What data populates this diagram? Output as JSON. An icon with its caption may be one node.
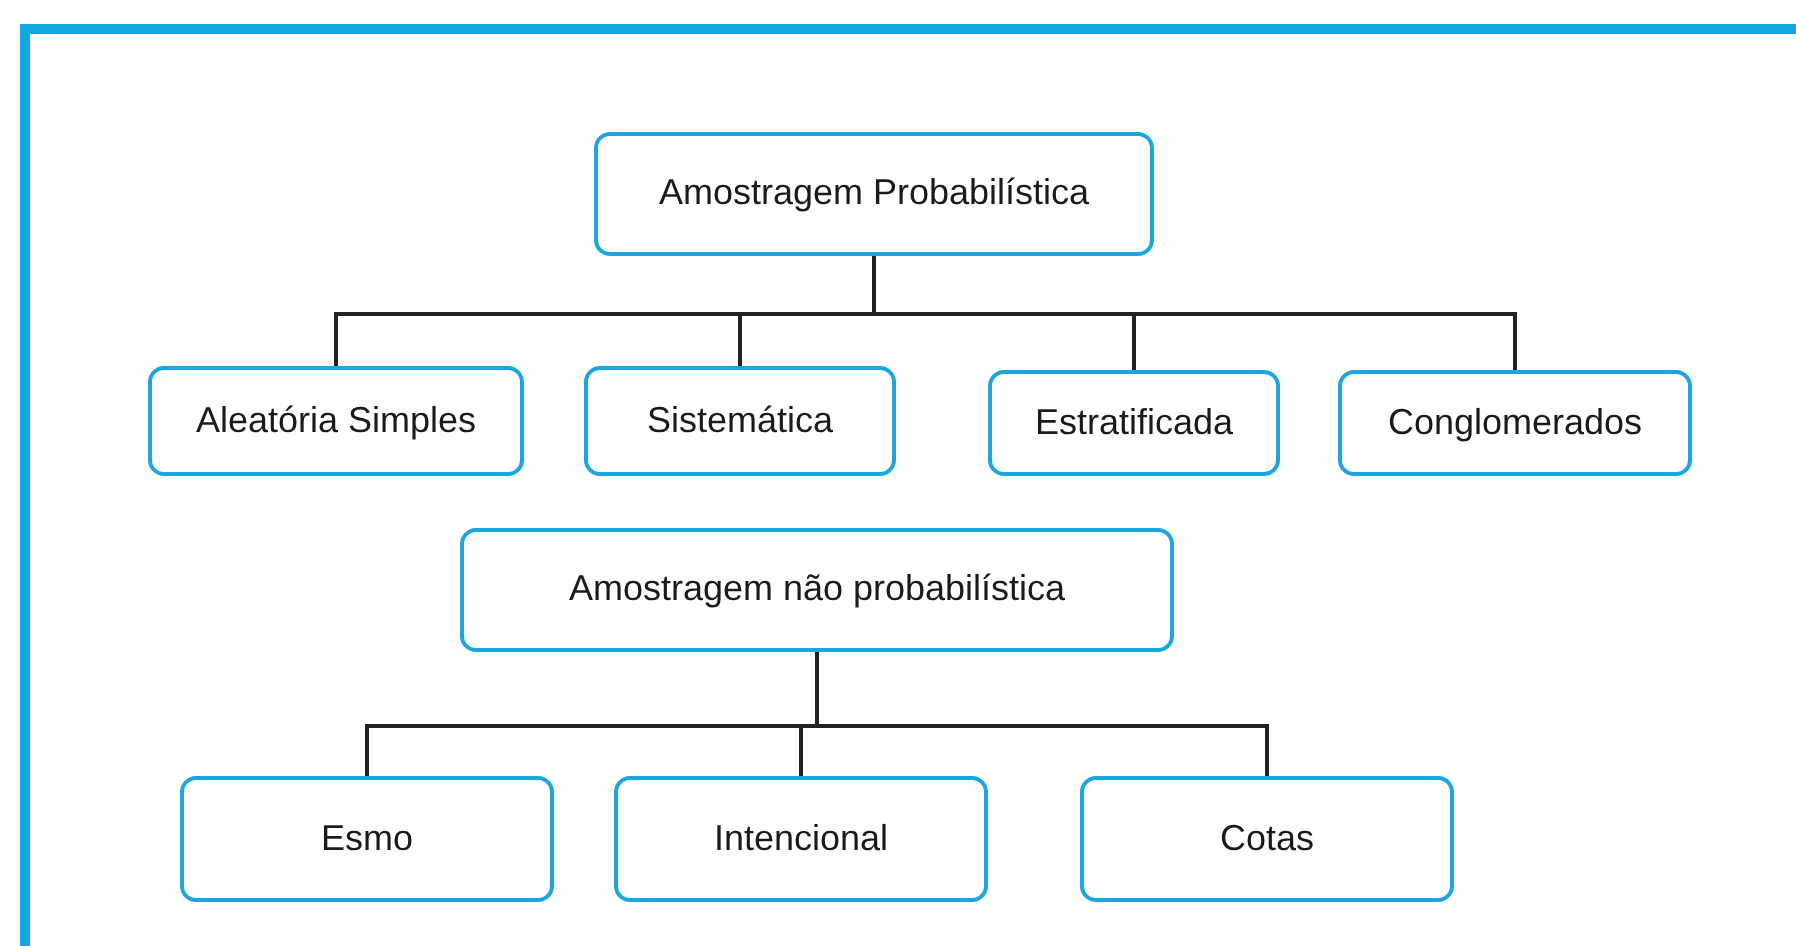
{
  "diagram": {
    "nodes": [
      {
        "text": [
          "Amostragem Probabilística"
        ]
      },
      {
        "text": [
          "Aleatória Simples"
        ]
      },
      {
        "text": [
          "Sistemática"
        ]
      },
      {
        "text": [
          "Estratificada"
        ]
      },
      {
        "text": [
          "Conglomerados"
        ]
      },
      {
        "text": [
          "Amostragem não probabilística"
        ]
      },
      {
        "text": [
          "Esmo"
        ]
      },
      {
        "text": [
          "Intencional"
        ]
      },
      {
        "text": [
          "Cotas"
        ]
      }
    ],
    "edges": [
      {
        "from": 0,
        "to": 1,
        "arrow": "none"
      },
      {
        "from": 0,
        "to": 2,
        "arrow": "none"
      },
      {
        "from": 0,
        "to": 3,
        "arrow": "none"
      },
      {
        "from": 0,
        "to": 4,
        "arrow": "none"
      },
      {
        "from": 5,
        "to": 6,
        "arrow": "none"
      },
      {
        "from": 5,
        "to": 7,
        "arrow": "none"
      },
      {
        "from": 5,
        "to": 8,
        "arrow": "none"
      }
    ]
  }
}
